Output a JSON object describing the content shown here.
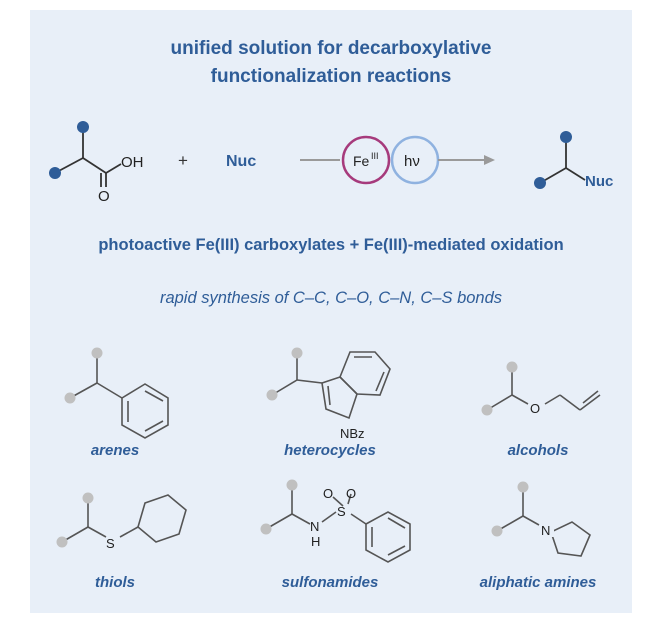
{
  "title_line1": "unified solution for decarboxylative",
  "title_line2": "functionalization reactions",
  "reaction": {
    "acid_oh": "OH",
    "acid_o": "O",
    "plus": "+",
    "nucleophile": "Nuc",
    "catalyst": "Fe",
    "catalyst_sup": "III",
    "light": "hν",
    "product_nuc": "Nuc"
  },
  "subtitle": "photoactive Fe(III) carboxylates + Fe(III)-mediated oxidation",
  "bonds_line": "rapid synthesis of C–C, C–O, C–N, C–S bonds",
  "examples": [
    {
      "label": "arenes"
    },
    {
      "label": "heterocycles",
      "atom": "NBz"
    },
    {
      "label": "alcohols",
      "atom": "O"
    },
    {
      "label": "thiols",
      "atom": "S"
    },
    {
      "label": "sulfonamides",
      "atoms": [
        "O",
        "O",
        "S",
        "N",
        "H"
      ]
    },
    {
      "label": "aliphatic amines",
      "atom": "N"
    }
  ],
  "colors": {
    "accent_blue": "#2f5d98",
    "catalyst_ring": "#a63a7c",
    "light_ring": "#8fb2e0",
    "grey_atom": "#c0c0c0",
    "panel_bg": "#e8eff8"
  }
}
